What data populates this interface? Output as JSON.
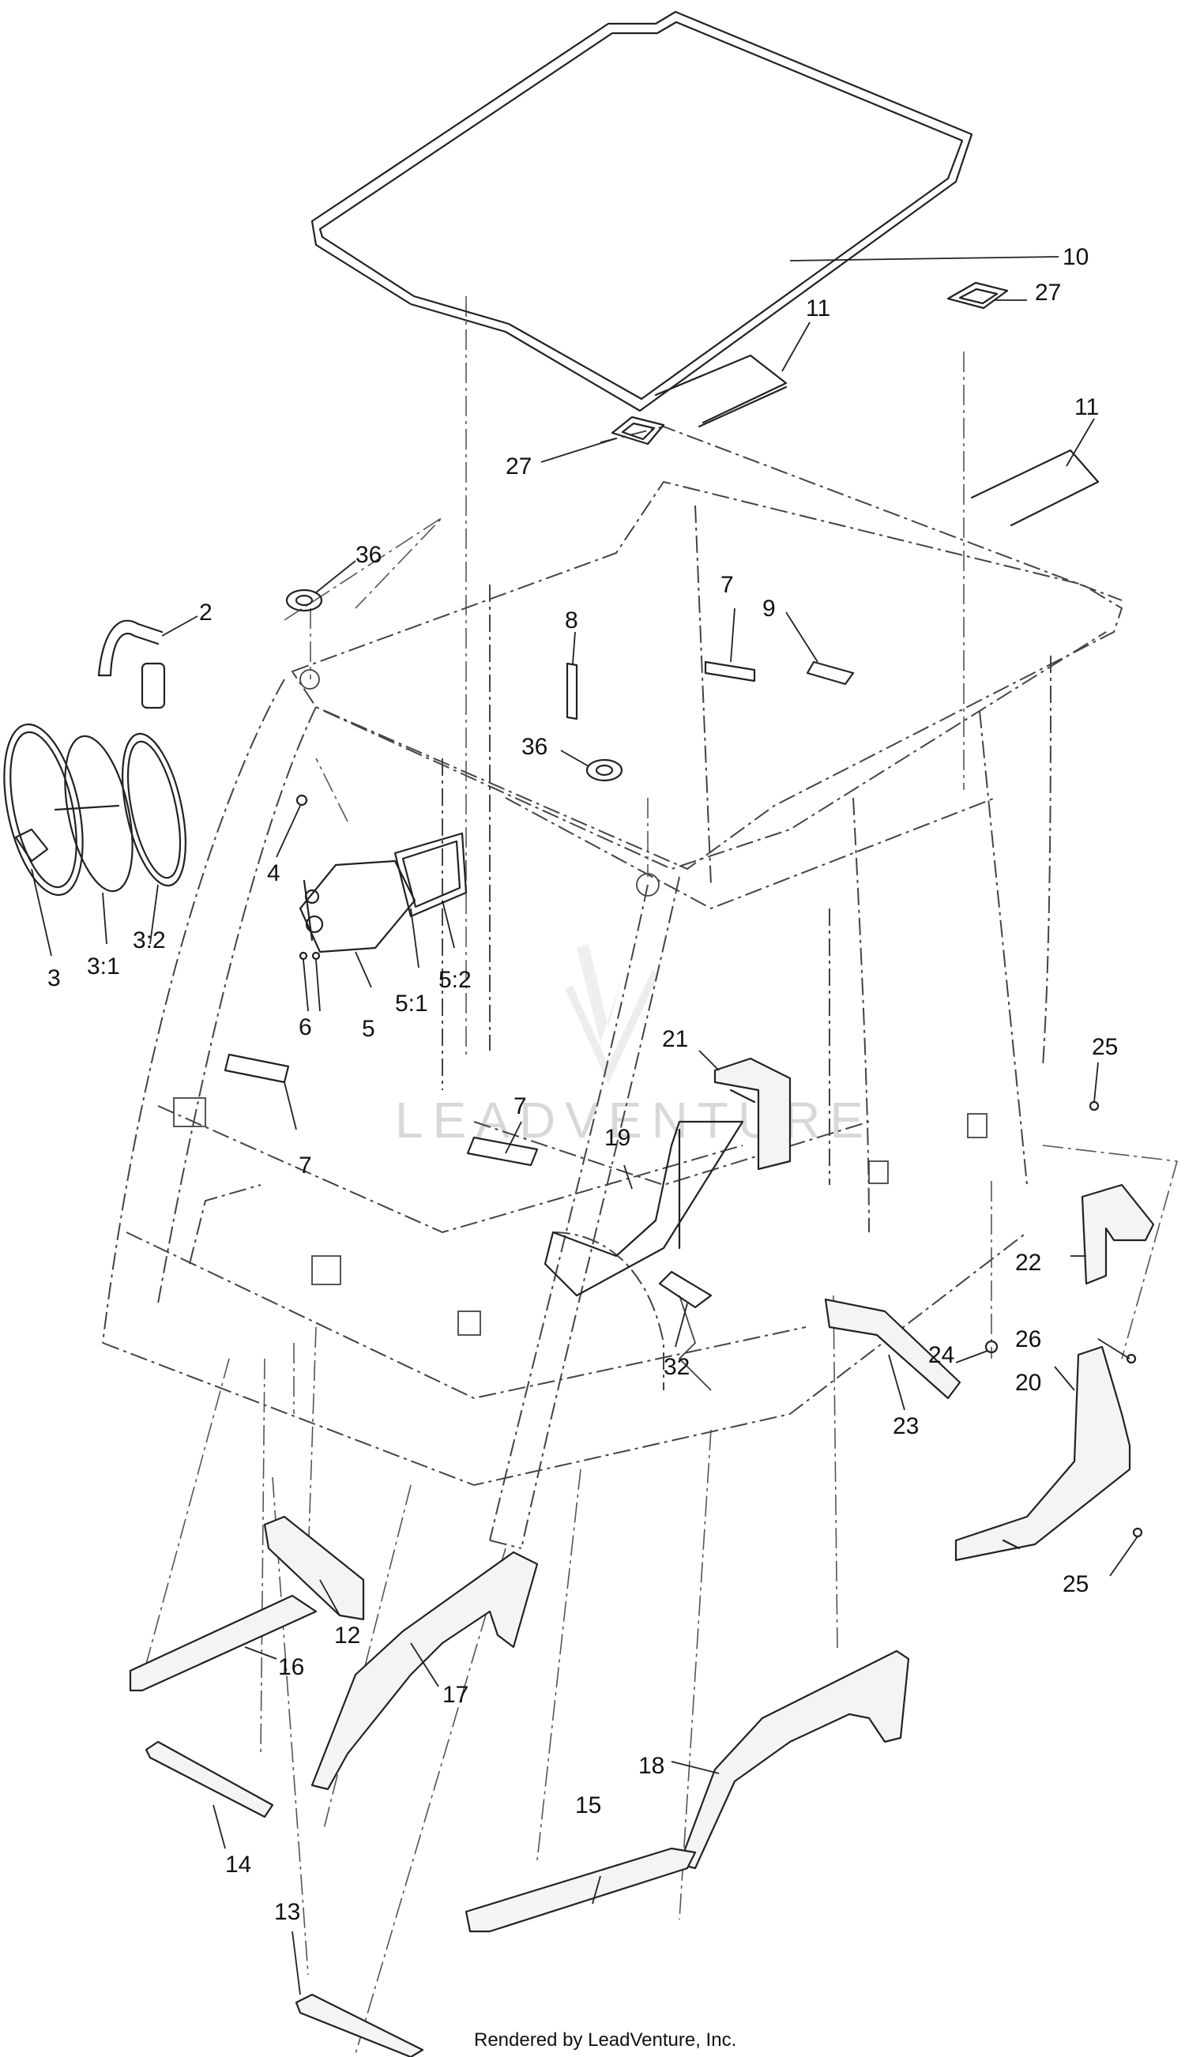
{
  "callouts": [
    {
      "id": "c10",
      "label": "10"
    },
    {
      "id": "c27a",
      "label": "27"
    },
    {
      "id": "c11a",
      "label": "11"
    },
    {
      "id": "c27b",
      "label": "27"
    },
    {
      "id": "c11b",
      "label": "11"
    },
    {
      "id": "c36a",
      "label": "36"
    },
    {
      "id": "c2",
      "label": "2"
    },
    {
      "id": "c8",
      "label": "8"
    },
    {
      "id": "c7a",
      "label": "7"
    },
    {
      "id": "c9",
      "label": "9"
    },
    {
      "id": "c36b",
      "label": "36"
    },
    {
      "id": "c4",
      "label": "4"
    },
    {
      "id": "c3",
      "label": "3"
    },
    {
      "id": "c3_1",
      "label": "3:1"
    },
    {
      "id": "c3_2",
      "label": "3:2"
    },
    {
      "id": "c6",
      "label": "6"
    },
    {
      "id": "c5",
      "label": "5"
    },
    {
      "id": "c5_1",
      "label": "5:1"
    },
    {
      "id": "c5_2",
      "label": "5:2"
    },
    {
      "id": "c21",
      "label": "21"
    },
    {
      "id": "c25a",
      "label": "25"
    },
    {
      "id": "c7b",
      "label": "7"
    },
    {
      "id": "c7c",
      "label": "7"
    },
    {
      "id": "c19",
      "label": "19"
    },
    {
      "id": "c22",
      "label": "22"
    },
    {
      "id": "c32",
      "label": "32"
    },
    {
      "id": "c26",
      "label": "26"
    },
    {
      "id": "c20",
      "label": "20"
    },
    {
      "id": "c23",
      "label": "23"
    },
    {
      "id": "c24",
      "label": "24"
    },
    {
      "id": "c25b",
      "label": "25"
    },
    {
      "id": "c12",
      "label": "12"
    },
    {
      "id": "c16",
      "label": "16"
    },
    {
      "id": "c17",
      "label": "17"
    },
    {
      "id": "c18",
      "label": "18"
    },
    {
      "id": "c15",
      "label": "15"
    },
    {
      "id": "c14",
      "label": "14"
    },
    {
      "id": "c13",
      "label": "13"
    }
  ],
  "watermark": "LEADVENTURE",
  "footer": "Rendered by LeadVenture, Inc."
}
